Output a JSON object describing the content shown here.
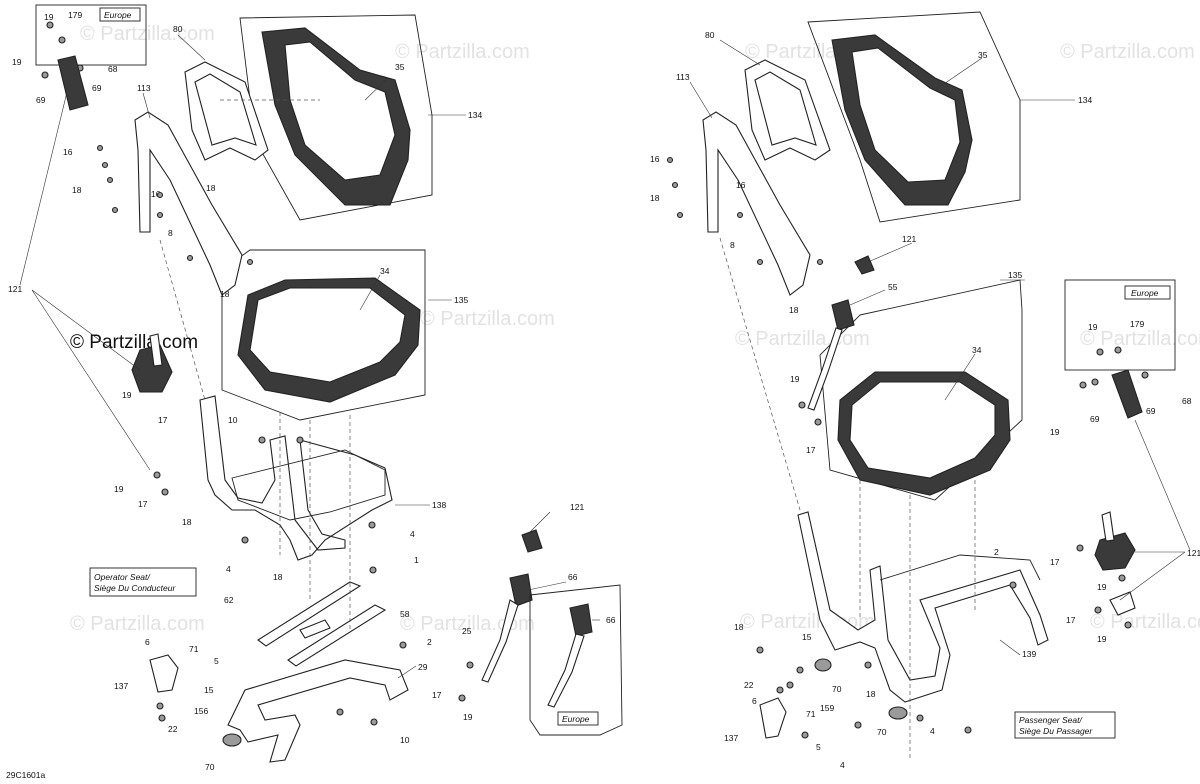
{
  "drawing_id": "29C1601a",
  "watermark": "© Partzilla.com",
  "watermark_main": "© Partzilla.com",
  "box_labels": {
    "europe": "Europe",
    "operator_seat": "Operator Seat/\nSiège Du Conducteur",
    "operator_seat_l1": "Operator Seat/",
    "operator_seat_l2": "Siège Du Conducteur",
    "passenger_seat_l1": "Passenger Seat/",
    "passenger_seat_l2": "Siège Du Passager"
  },
  "left_callouts": {
    "c19a": "19",
    "c179": "179",
    "c69a": "69",
    "c69b": "69",
    "c68": "68",
    "c80": "80",
    "c35": "35",
    "c134": "134",
    "c113": "113",
    "c16a": "16",
    "c16b": "16",
    "c18a": "18",
    "c18b": "18",
    "c8": "8",
    "c18c": "18",
    "c121": "121",
    "c34": "34",
    "c135": "135",
    "c19b": "19",
    "c17a": "17",
    "c10a": "10",
    "c19c": "19",
    "c17b": "17",
    "c138": "138",
    "c18d": "18",
    "c4a": "4",
    "c1": "1",
    "c4b": "4",
    "c18e": "18",
    "c62": "62",
    "c58": "58",
    "c2": "2",
    "c6": "6",
    "c71": "71",
    "c5": "5",
    "c137": "137",
    "c15": "15",
    "c156": "156",
    "c22": "22",
    "c29": "29",
    "c10b": "10",
    "c70": "70",
    "c121b": "121",
    "c66a": "66",
    "c66b": "66",
    "c25": "25",
    "c17c": "17",
    "c19d": "19"
  },
  "right_callouts": {
    "c80": "80",
    "c35": "35",
    "c113": "113",
    "c134": "134",
    "c16a": "16",
    "c16b": "16",
    "c18a": "18",
    "c8": "8",
    "c18b": "18",
    "c121a": "121",
    "c55": "55",
    "c135": "135",
    "c19a": "19",
    "c17a": "17",
    "c34": "34",
    "c179": "179",
    "c19b": "19",
    "c68": "68",
    "c69a": "69",
    "c69b": "69",
    "c19c": "19",
    "c2": "2",
    "c121b": "121",
    "c17b": "17",
    "c19d": "19",
    "c17c": "17",
    "c19e": "19",
    "c18c": "18",
    "c139": "139",
    "c15": "15",
    "c22": "22",
    "c70a": "70",
    "c159": "159",
    "c6": "6",
    "c71": "71",
    "c18d": "18",
    "c137": "137",
    "c5": "5",
    "c70b": "70",
    "c4a": "4",
    "c4b": "4"
  }
}
